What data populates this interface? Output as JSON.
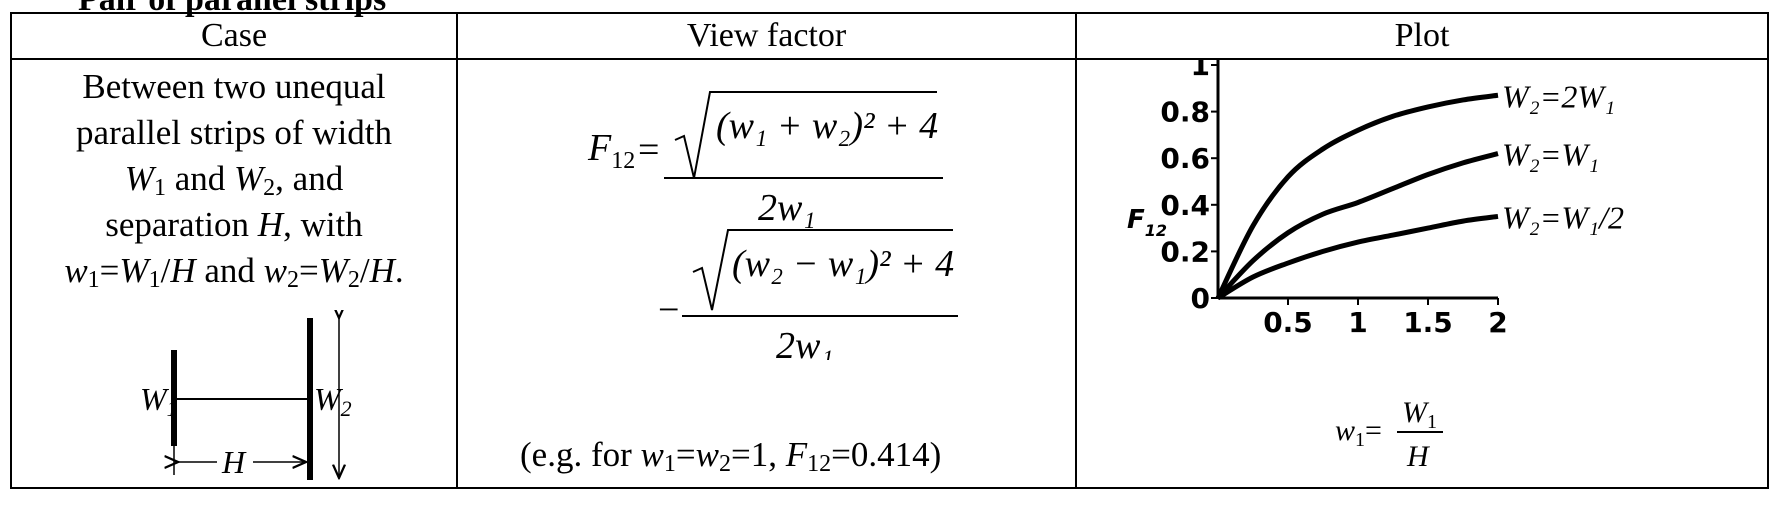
{
  "clipped_heading": "Pair of parallel strips",
  "columns": [
    "Case",
    "View factor",
    "Plot"
  ],
  "case": {
    "line1": "Between two unequal",
    "line2": "parallel strips of width",
    "W": "W",
    "sub1": "1",
    "sub2": "2",
    "and": " and ",
    "comma_and": ", and",
    "line4a": "separation ",
    "H": "H",
    "comma_with": ", with",
    "w": "w",
    "eq": "=",
    "slash": "/",
    "period": ".",
    "diagram": {
      "w1": "W",
      "w1_sub": "1",
      "w2": "W",
      "w2_sub": "2",
      "h": "H"
    }
  },
  "formula": {
    "lhs": "F",
    "lhs_sub": "12",
    "eq": "=",
    "num1": "(w₁ + w₂)² + 4",
    "den": "2w₁",
    "minus": "−",
    "num2": "(w₂ − w₁)² + 4",
    "example_pre": "(e.g. for ",
    "example_w": "w",
    "sub1": "1",
    "sub2": "2",
    "one": "1, ",
    "example_F": "F",
    "example_F_sub": "12",
    "example_val": "=0.414)"
  },
  "chart_data": {
    "type": "line",
    "ylabel": "F",
    "ylabel_sub": "12",
    "xlabel_lhs": "w",
    "xlabel_lhs_sub": "1",
    "xlabel_num": "W",
    "xlabel_num_sub": "1",
    "xlabel_den": "H",
    "xlim": [
      0,
      2
    ],
    "ylim": [
      0,
      1
    ],
    "x_ticks": [
      "0.5",
      "1",
      "1.5",
      "2"
    ],
    "y_ticks": [
      "0",
      "0.2",
      "0.4",
      "0.6",
      "0.8",
      "1"
    ],
    "x": [
      0,
      0.25,
      0.5,
      0.75,
      1,
      1.25,
      1.5,
      1.75,
      2
    ],
    "series": [
      {
        "name": "W₂=2W₁",
        "values": [
          0,
          0.31,
          0.52,
          0.64,
          0.72,
          0.78,
          0.82,
          0.85,
          0.87
        ]
      },
      {
        "name": "W₂=W₁",
        "values": [
          0,
          0.16,
          0.28,
          0.36,
          0.41,
          0.47,
          0.53,
          0.58,
          0.62
        ]
      },
      {
        "name": "W₂=W₁/2",
        "values": [
          0,
          0.09,
          0.15,
          0.2,
          0.24,
          0.27,
          0.3,
          0.33,
          0.35
        ]
      }
    ]
  }
}
